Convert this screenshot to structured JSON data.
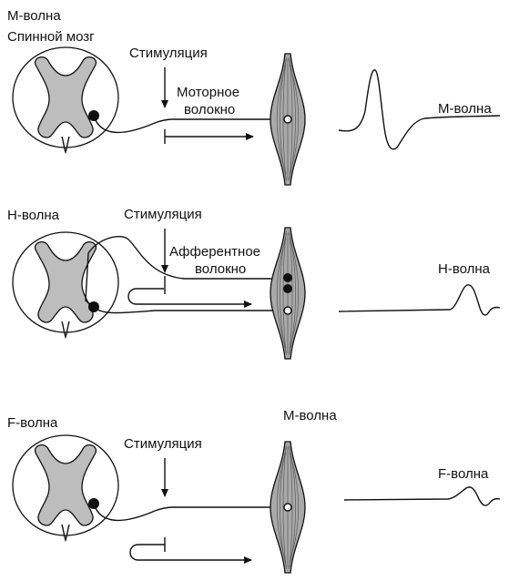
{
  "panels": [
    {
      "id": "m",
      "title": "М-волна",
      "cord_label": "Спинной мозг",
      "stim_label": "Стимуляция",
      "fiber_label_1": "Моторное",
      "fiber_label_2": "волокно",
      "wave_label": "М-волна"
    },
    {
      "id": "h",
      "title": "Н-волна",
      "stim_label": "Стимуляция",
      "fiber_label_1": "Афферентное",
      "fiber_label_2": "волокно",
      "wave_label": "Н-волна"
    },
    {
      "id": "f",
      "title": "F-волна",
      "top_label": "М-волна",
      "stim_label": "Стимуляция",
      "wave_label": "F-волна"
    }
  ]
}
